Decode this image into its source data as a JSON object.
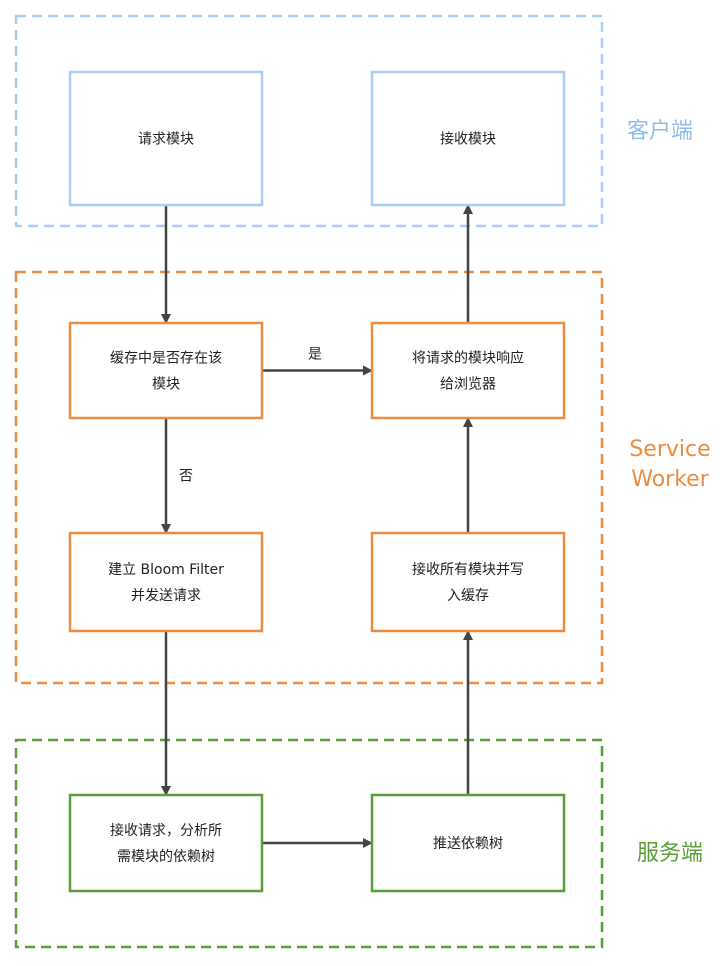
{
  "colors": {
    "client": "#a9cdf3",
    "client_label": "#8fbde9",
    "service_worker": "#ec8c3e",
    "server": "#5a9e3a",
    "arrow": "#444444"
  },
  "groups": [
    {
      "id": "client",
      "label_lines": [
        "客户端"
      ]
    },
    {
      "id": "service_worker",
      "label_lines": [
        "Service",
        "Worker"
      ]
    },
    {
      "id": "server",
      "label_lines": [
        "服务端"
      ]
    }
  ],
  "nodes": [
    {
      "id": "request-module",
      "group": "client",
      "lines": [
        "请求模块"
      ]
    },
    {
      "id": "receive-module",
      "group": "client",
      "lines": [
        "接收模块"
      ]
    },
    {
      "id": "check-cache",
      "group": "service_worker",
      "lines": [
        "缓存中是否存在该",
        "模块"
      ]
    },
    {
      "id": "respond-browser",
      "group": "service_worker",
      "lines": [
        "将请求的模块响应",
        "给浏览器"
      ]
    },
    {
      "id": "build-bloom-filter",
      "group": "service_worker",
      "lines": [
        "建立 Bloom Filter",
        "并发送请求"
      ]
    },
    {
      "id": "receive-write-cache",
      "group": "service_worker",
      "lines": [
        "接收所有模块并写",
        "入缓存"
      ]
    },
    {
      "id": "analyze-deps",
      "group": "server",
      "lines": [
        "接收请求，分析所",
        "需模块的依赖树"
      ]
    },
    {
      "id": "push-deps",
      "group": "server",
      "lines": [
        "推送依赖树"
      ]
    }
  ],
  "edges": [
    {
      "from": "request-module",
      "to": "check-cache",
      "label": ""
    },
    {
      "from": "check-cache",
      "to": "respond-browser",
      "label": "是"
    },
    {
      "from": "check-cache",
      "to": "build-bloom-filter",
      "label": "否"
    },
    {
      "from": "build-bloom-filter",
      "to": "analyze-deps",
      "label": ""
    },
    {
      "from": "analyze-deps",
      "to": "push-deps",
      "label": ""
    },
    {
      "from": "push-deps",
      "to": "receive-write-cache",
      "label": ""
    },
    {
      "from": "receive-write-cache",
      "to": "respond-browser",
      "label": ""
    },
    {
      "from": "respond-browser",
      "to": "receive-module",
      "label": ""
    }
  ]
}
